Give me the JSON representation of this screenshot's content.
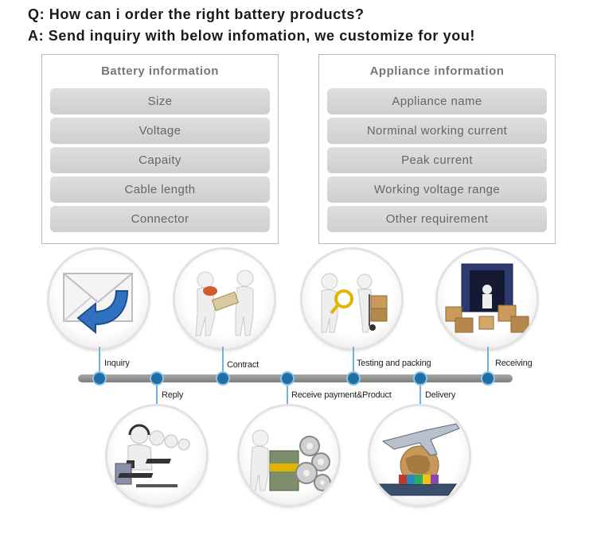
{
  "question": "Q: How can i order the right battery products?",
  "answer": "A: Send inquiry with below infomation, we customize for you!",
  "battery_panel": {
    "title": "Battery information",
    "items": [
      "Size",
      "Voltage",
      "Capaity",
      "Cable length",
      "Connector"
    ]
  },
  "appliance_panel": {
    "title": "Appliance information",
    "items": [
      "Appliance name",
      "Norminal working current",
      "Peak current",
      "Working voltage range",
      "Other requirement"
    ]
  },
  "process": {
    "steps": {
      "inquiry": "Inquiry",
      "reply": "Reply",
      "contract": "Contract",
      "receive_payment": "Receive payment&Product",
      "testing": "Testing and packing",
      "delivery": "Delivery",
      "receiving": "Receiving"
    },
    "colors": {
      "dot": "#1f6fa6",
      "line": "#6cb3df",
      "bar": "#8a8a8a"
    },
    "icons": [
      "envelope-reply-icon",
      "handshake-contract-icon",
      "inspection-packing-icon",
      "shipping-container-icon",
      "call-center-icon",
      "money-gears-icon",
      "airplane-globe-ship-icon"
    ]
  }
}
